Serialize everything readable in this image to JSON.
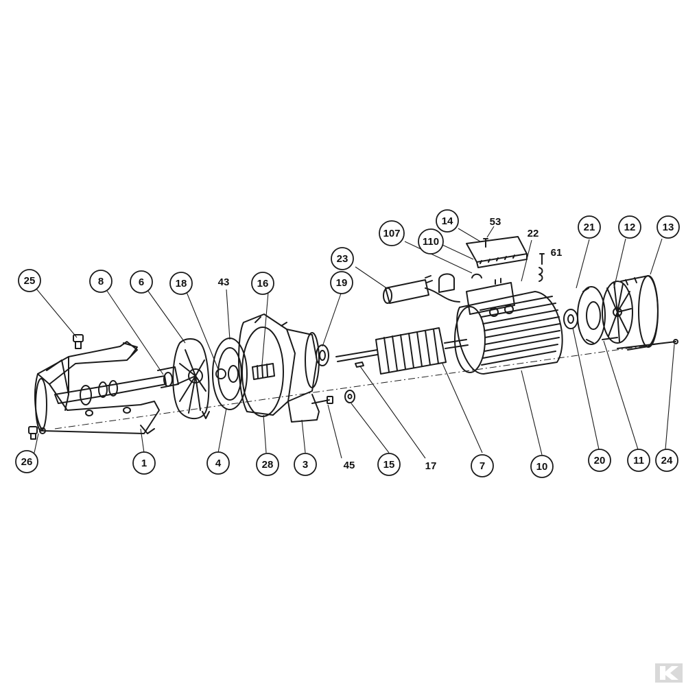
{
  "callouts": [
    {
      "id": "c25",
      "label": "25",
      "circled": true
    },
    {
      "id": "c8",
      "label": "8",
      "circled": true
    },
    {
      "id": "c6",
      "label": "6",
      "circled": true
    },
    {
      "id": "c18",
      "label": "18",
      "circled": true
    },
    {
      "id": "c43",
      "label": "43",
      "circled": false
    },
    {
      "id": "c16",
      "label": "16",
      "circled": true
    },
    {
      "id": "c19",
      "label": "19",
      "circled": true
    },
    {
      "id": "c23",
      "label": "23",
      "circled": true
    },
    {
      "id": "c107",
      "label": "107",
      "circled": true
    },
    {
      "id": "c110",
      "label": "110",
      "circled": true
    },
    {
      "id": "c14",
      "label": "14",
      "circled": true
    },
    {
      "id": "c53",
      "label": "53",
      "circled": false
    },
    {
      "id": "c22",
      "label": "22",
      "circled": false
    },
    {
      "id": "c61",
      "label": "61",
      "circled": false
    },
    {
      "id": "c21",
      "label": "21",
      "circled": true
    },
    {
      "id": "c12",
      "label": "12",
      "circled": true
    },
    {
      "id": "c13",
      "label": "13",
      "circled": true
    },
    {
      "id": "c26",
      "label": "26",
      "circled": true
    },
    {
      "id": "c1",
      "label": "1",
      "circled": true
    },
    {
      "id": "c4",
      "label": "4",
      "circled": true
    },
    {
      "id": "c28",
      "label": "28",
      "circled": true
    },
    {
      "id": "c3",
      "label": "3",
      "circled": true
    },
    {
      "id": "c45",
      "label": "45",
      "circled": false
    },
    {
      "id": "c15",
      "label": "15",
      "circled": true
    },
    {
      "id": "c17",
      "label": "17",
      "circled": false
    },
    {
      "id": "c7",
      "label": "7",
      "circled": true
    },
    {
      "id": "c10",
      "label": "10",
      "circled": true
    },
    {
      "id": "c20",
      "label": "20",
      "circled": true
    },
    {
      "id": "c11",
      "label": "11",
      "circled": true
    },
    {
      "id": "c24",
      "label": "24",
      "circled": true
    }
  ],
  "colors": {
    "line": "#1a1a1a",
    "background": "#ffffff",
    "logo": "#d9d9d9"
  },
  "logo": {
    "glyph": "K"
  }
}
